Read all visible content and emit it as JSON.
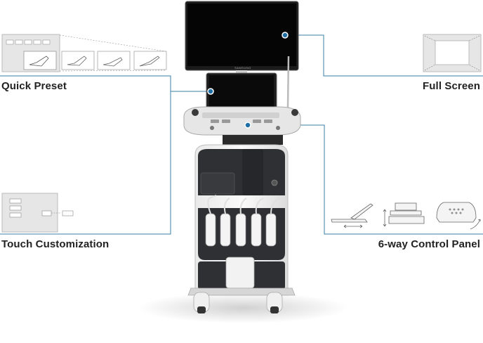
{
  "features": {
    "quick_preset": "Quick Preset",
    "touch_customization": "Touch Customization",
    "full_screen": "Full Screen",
    "six_way": "6-way Control Panel"
  },
  "device": {
    "brand": "SAMSUNG"
  },
  "colors": {
    "leader_line": "#3a7fa8",
    "accent_dot": "#1e6fa6",
    "thumb_bg": "#e6e6e6",
    "thumb_border": "#bbbbbb",
    "body_dark": "#2e3033",
    "body_light": "#f2f2f2"
  }
}
